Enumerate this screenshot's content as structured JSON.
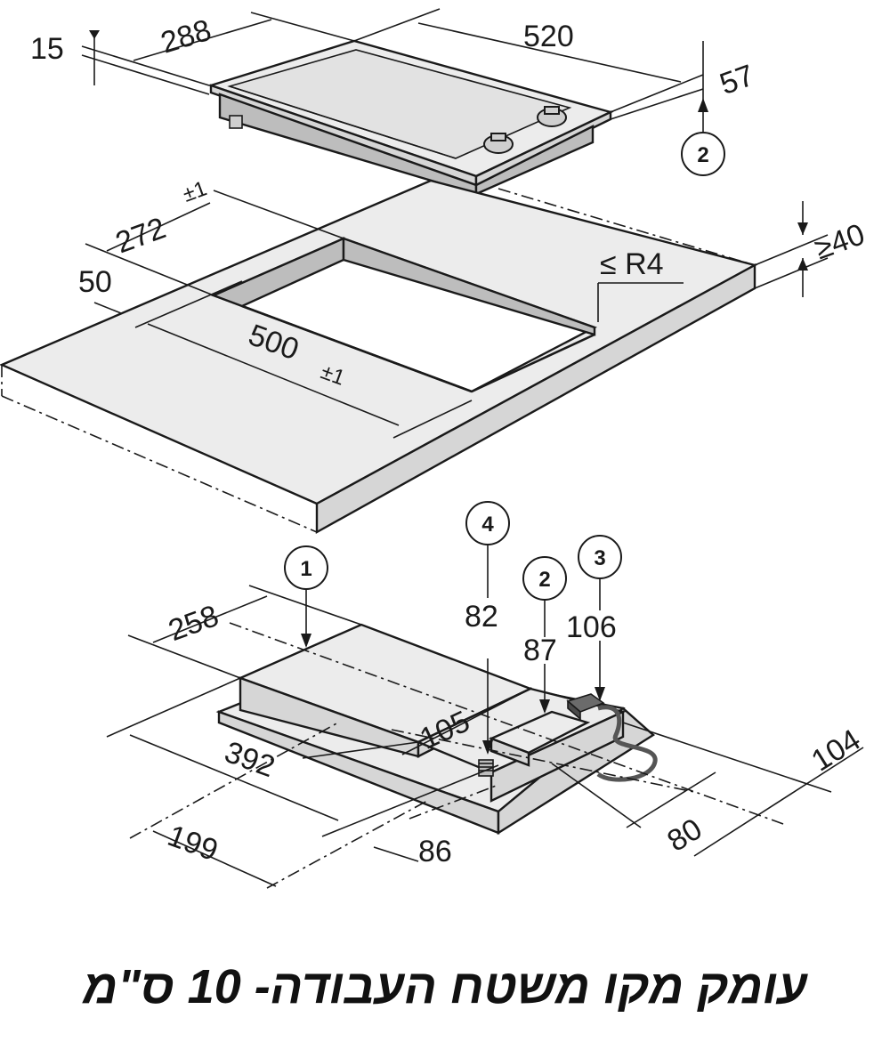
{
  "dimensions": {
    "d15": "15",
    "d288": "288",
    "d520": "520",
    "d57": "57",
    "d272": "272",
    "d272_tol": "±1",
    "d50": "50",
    "d500": "500",
    "d500_tol": "±1",
    "r4": "≤ R4",
    "d40": "≥40",
    "d258": "258",
    "d82": "82",
    "d87": "87",
    "d106": "106",
    "d105": "105",
    "d104": "104",
    "d392": "392",
    "d80": "80",
    "d199": "199",
    "d86": "86"
  },
  "callouts": {
    "c1": "1",
    "c2_top": "2",
    "c2_bottom": "2",
    "c3": "3",
    "c4": "4"
  },
  "caption": "עומק מקו משטח העבודה- 10 ס\"מ"
}
